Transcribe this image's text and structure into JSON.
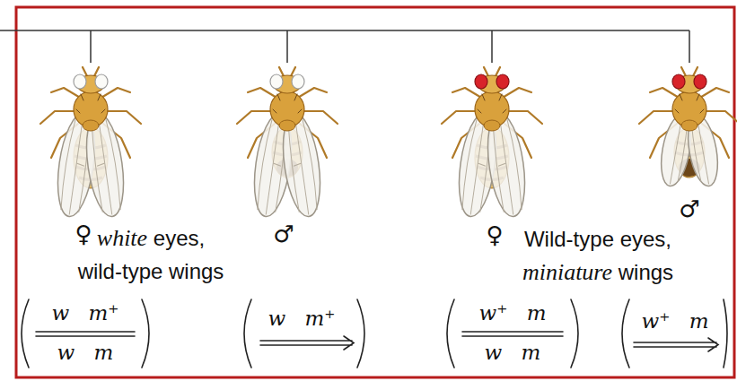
{
  "diagram": {
    "labels": [
      "♀",
      "white eyes, wild-type wings",
      "♂",
      "♀",
      "♂",
      "Wild-type eyes, miniature wings",
      "w m⁺",
      "w m",
      "w m⁺",
      "w⁺ m",
      "w m",
      "w⁺ m"
    ]
  }
}
